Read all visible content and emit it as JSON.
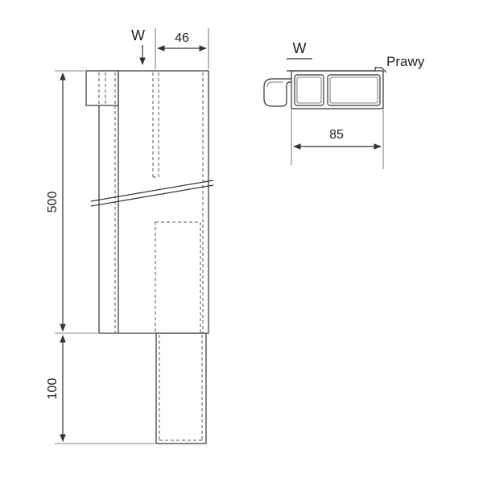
{
  "labels": {
    "w_front": "W",
    "w_top": "W",
    "side": "Prawy"
  },
  "dimensions": {
    "width_top": "46",
    "height_main": "500",
    "height_extension": "100",
    "depth_top_view": "85"
  },
  "colors": {
    "line": "#333333",
    "background": "#ffffff"
  }
}
